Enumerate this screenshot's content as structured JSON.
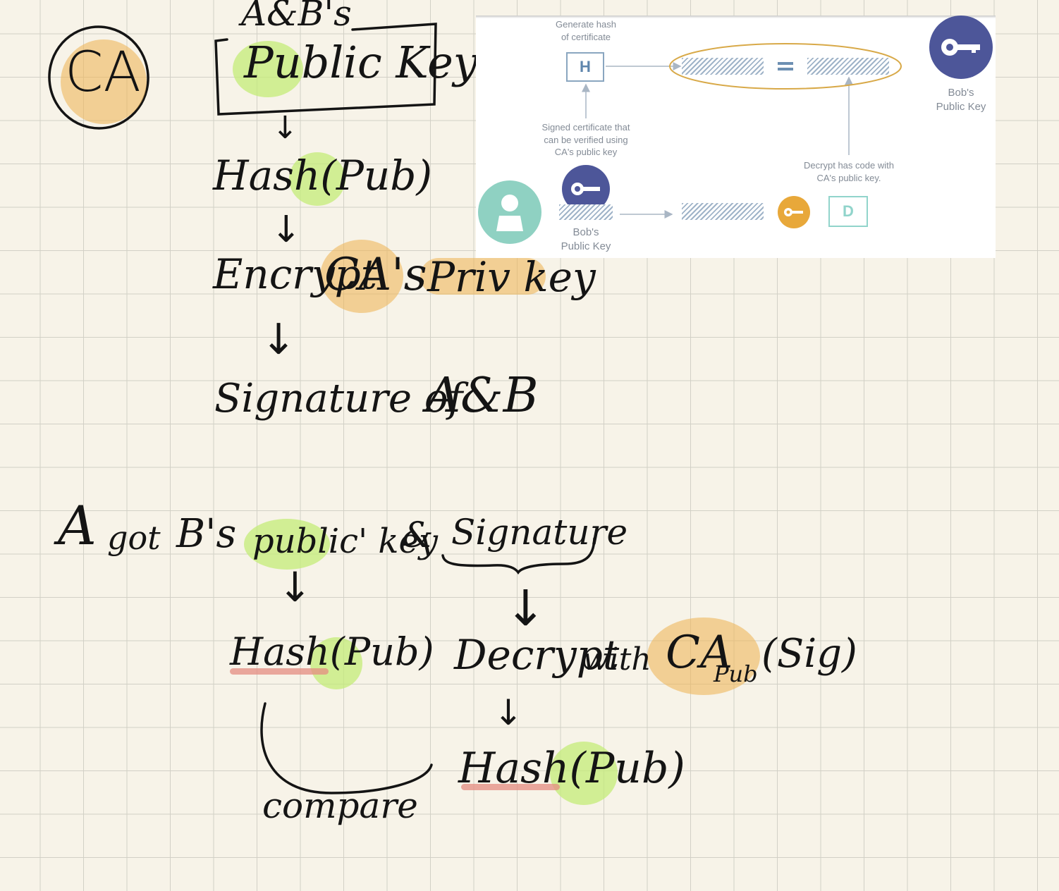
{
  "handwritten": {
    "ca": "CA",
    "ab_s": "A&B's",
    "public_key": "Public Key",
    "hash_pub_1": "Hash(Pub)",
    "encrypt": "Encrypt",
    "cas": "CA's",
    "priv_key": "Priv key",
    "signature_of": "Signature of",
    "ab": "A&B",
    "a": "A",
    "got": "got",
    "bs": "B's",
    "public_key_2": "public' key",
    "amp": "&",
    "signature": "Signature",
    "hash_pub_2": "Hash(Pub)",
    "decrypt": "Decrypt",
    "with": "with",
    "ca_main": "CA",
    "pub_sub": "Pub",
    "sig": "(Sig)",
    "hash_pub_3": "Hash(Pub)",
    "compare": "compare"
  },
  "figure": {
    "generate_hash": "Generate hash",
    "of_certificate": "of certificate",
    "h_label": "H",
    "d_label": "D",
    "signed_1": "Signed certificate that",
    "signed_2": "can be verified using",
    "signed_3": "CA's public key",
    "decrypt_1": "Decrypt has code with",
    "decrypt_2": "CA's public key.",
    "bobs_1": "Bob's",
    "public_key_1": "Public Key",
    "bobs_2": "Bob's",
    "public_key_2": "Public Key"
  },
  "colors": {
    "highlight_orange": "#eeb75c",
    "highlight_green": "#c4ec78",
    "underline_red": "#e48c82",
    "key_purple": "#4d5699",
    "key_orange": "#e8a83a",
    "user_teal": "#8fd1c2",
    "ellipse_gold": "#d8a948"
  },
  "icons": [
    "key-icon",
    "user-icon",
    "arrow-down-icon"
  ]
}
